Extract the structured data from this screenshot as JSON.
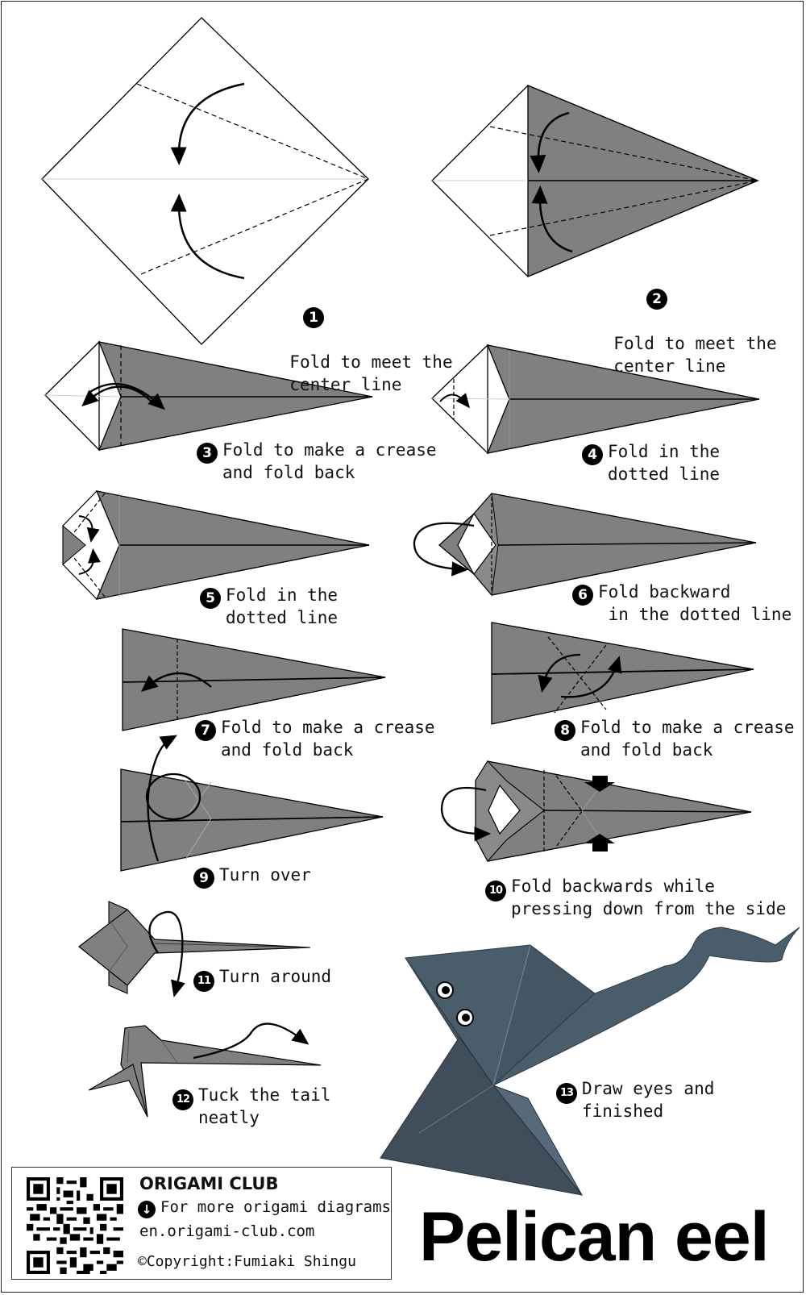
{
  "title": "Pelican eel",
  "footer": {
    "club": "ORIGAMI CLUB",
    "more_icon": "down-arrow-icon",
    "more_text": "For more origami diagrams",
    "url": "en.origami-club.com",
    "copyright": "©Copyright:Fumiaki Shingu"
  },
  "colors": {
    "paper": "#808080",
    "eel_dark": "#3f4e5a",
    "eel_mid": "#4a5d6b",
    "line": "#000000"
  },
  "steps": [
    {
      "num": "1",
      "text": "Fold to meet the\ncenter line"
    },
    {
      "num": "2",
      "text": "Fold to meet the\ncenter line"
    },
    {
      "num": "3",
      "text": "Fold to make a crease\nand fold back"
    },
    {
      "num": "4",
      "text": "Fold in the\ndotted line"
    },
    {
      "num": "5",
      "text": "Fold in the\ndotted line"
    },
    {
      "num": "6",
      "text": "Fold backward\n in the dotted line"
    },
    {
      "num": "7",
      "text": "Fold to make a crease\nand fold back"
    },
    {
      "num": "8",
      "text": "Fold to make a crease\nand fold back"
    },
    {
      "num": "9",
      "text": "Turn over"
    },
    {
      "num": "10",
      "text": "Fold backwards while\npressing down from the side"
    },
    {
      "num": "11",
      "text": "Turn around"
    },
    {
      "num": "12",
      "text": "Tuck the tail\nneatly"
    },
    {
      "num": "13",
      "text": "Draw eyes and\nfinished"
    }
  ]
}
